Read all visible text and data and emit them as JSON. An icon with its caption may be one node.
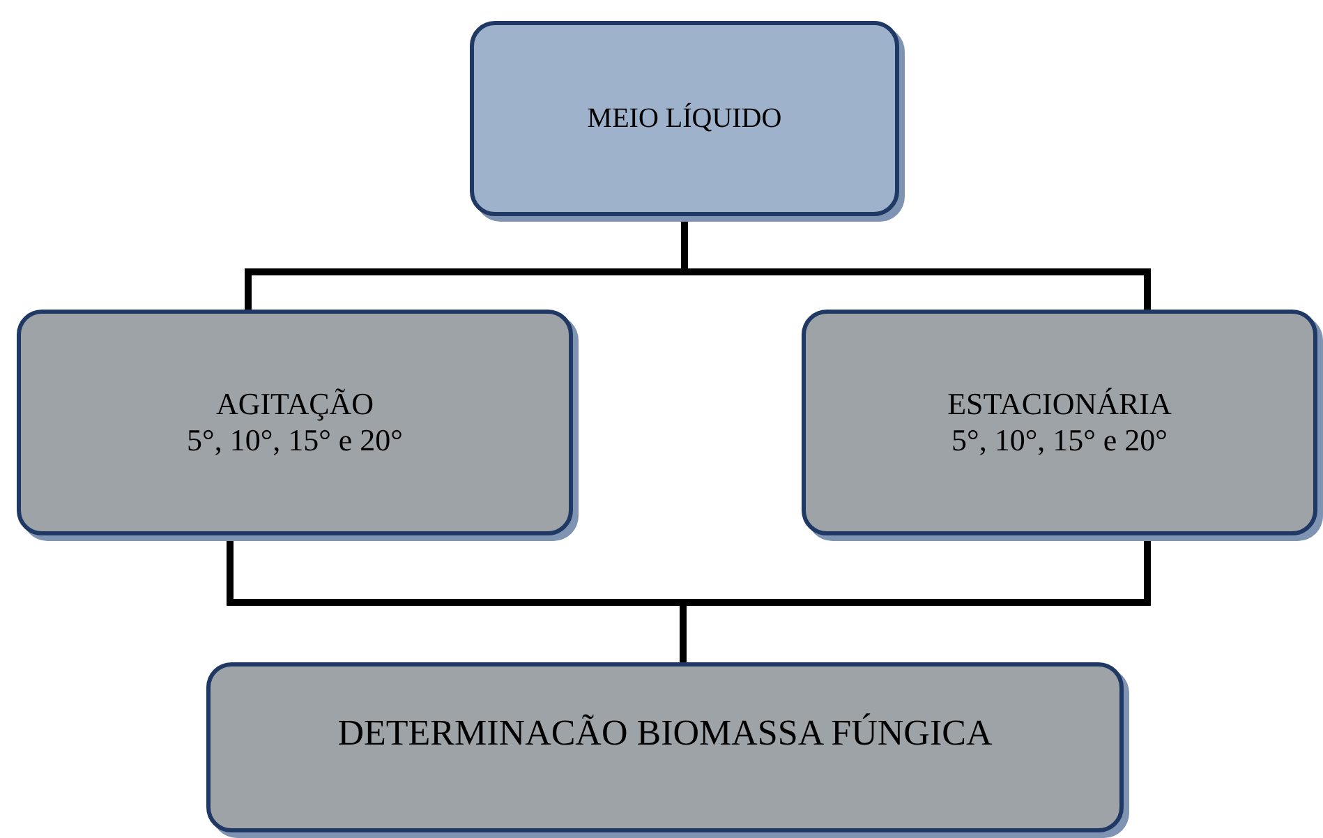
{
  "diagram": {
    "nodes": [
      {
        "text": [
          "MEIO LÍQUIDO"
        ]
      },
      {
        "text": [
          "AGITAÇÃO",
          "5°, 10°, 15° e 20°"
        ]
      },
      {
        "text": [
          "ESTACIONÁRIA",
          "5°, 10°, 15° e 20°"
        ]
      },
      {
        "text": [
          "DETERMINACÃO BIOMASSA FÚNGICA"
        ]
      }
    ],
    "edges": [
      {
        "from": 0,
        "to": 1,
        "arrow": "none"
      },
      {
        "from": 0,
        "to": 2,
        "arrow": "none"
      },
      {
        "from": 1,
        "to": 3,
        "arrow": "none"
      },
      {
        "from": 2,
        "to": 3,
        "arrow": "none"
      }
    ]
  }
}
